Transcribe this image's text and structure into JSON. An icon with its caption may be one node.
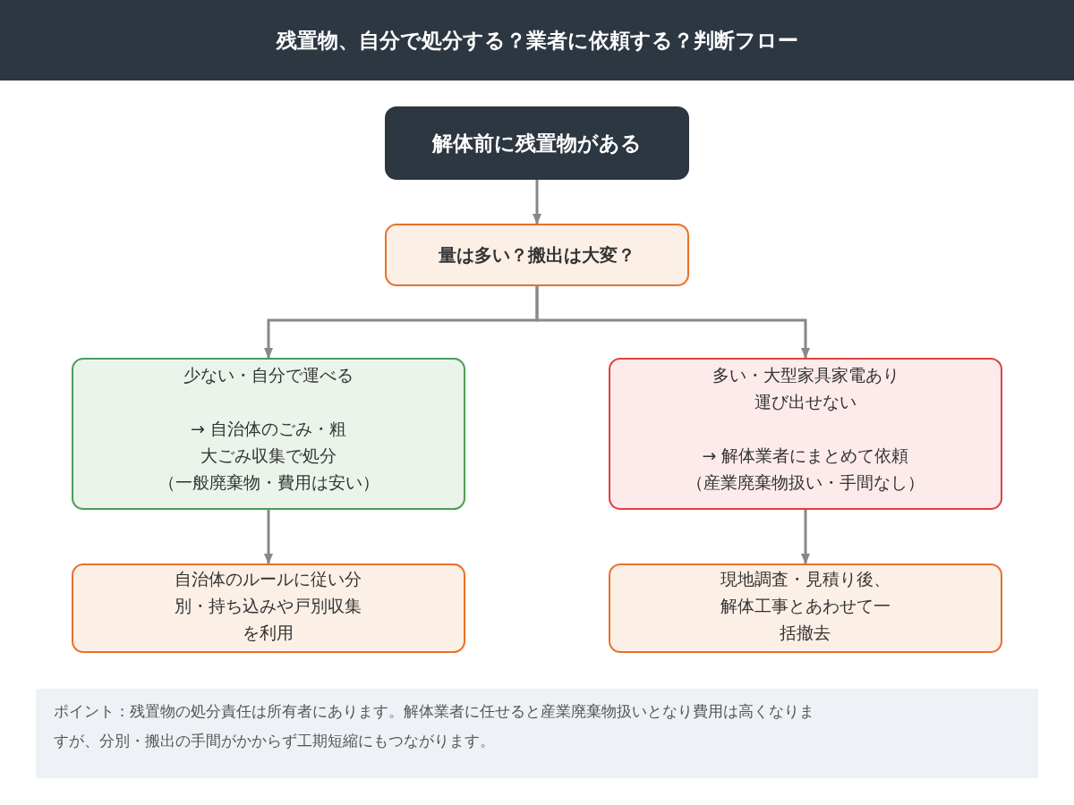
{
  "diagram": {
    "title": "残置物、自分で処分する？業者に依頼する？判断フロー",
    "nodes": [
      {
        "text": [
          "解体前に残置物がある"
        ]
      },
      {
        "text": [
          "量は多い？搬出は大変？"
        ]
      },
      {
        "text": [
          "少ない・自分で運べる",
          "→ 自治体のごみ・粗大ごみ収集で処分",
          "（一般廃棄物・費用は安い）"
        ]
      },
      {
        "text": [
          "多い・大型家具家電あり運び出せない",
          "→ 解体業者にまとめて依頼",
          "（産業廃棄物扱い・手間なし）"
        ]
      },
      {
        "text": [
          "自治体のルールに従い分別・持ち込みや戸別収集を利用"
        ]
      },
      {
        "text": [
          "現地調査・見積り後、解体工事とあわせて一括撤去"
        ]
      }
    ],
    "edges": [
      {
        "from": 0,
        "to": 1,
        "arrow": "to"
      },
      {
        "from": 1,
        "to": 2,
        "arrow": "to"
      },
      {
        "from": 1,
        "to": 3,
        "arrow": "to"
      },
      {
        "from": 2,
        "to": 4,
        "arrow": "to"
      },
      {
        "from": 3,
        "to": 5,
        "arrow": "to"
      }
    ],
    "labels": [
      "ポイント：残置物の処分責任は所有者にあります。解体業者に任せると産業廃棄物扱いとなり費用は高くなりますが、分別・搬出の手間がかからず工期短縮にもつながります。"
    ]
  }
}
